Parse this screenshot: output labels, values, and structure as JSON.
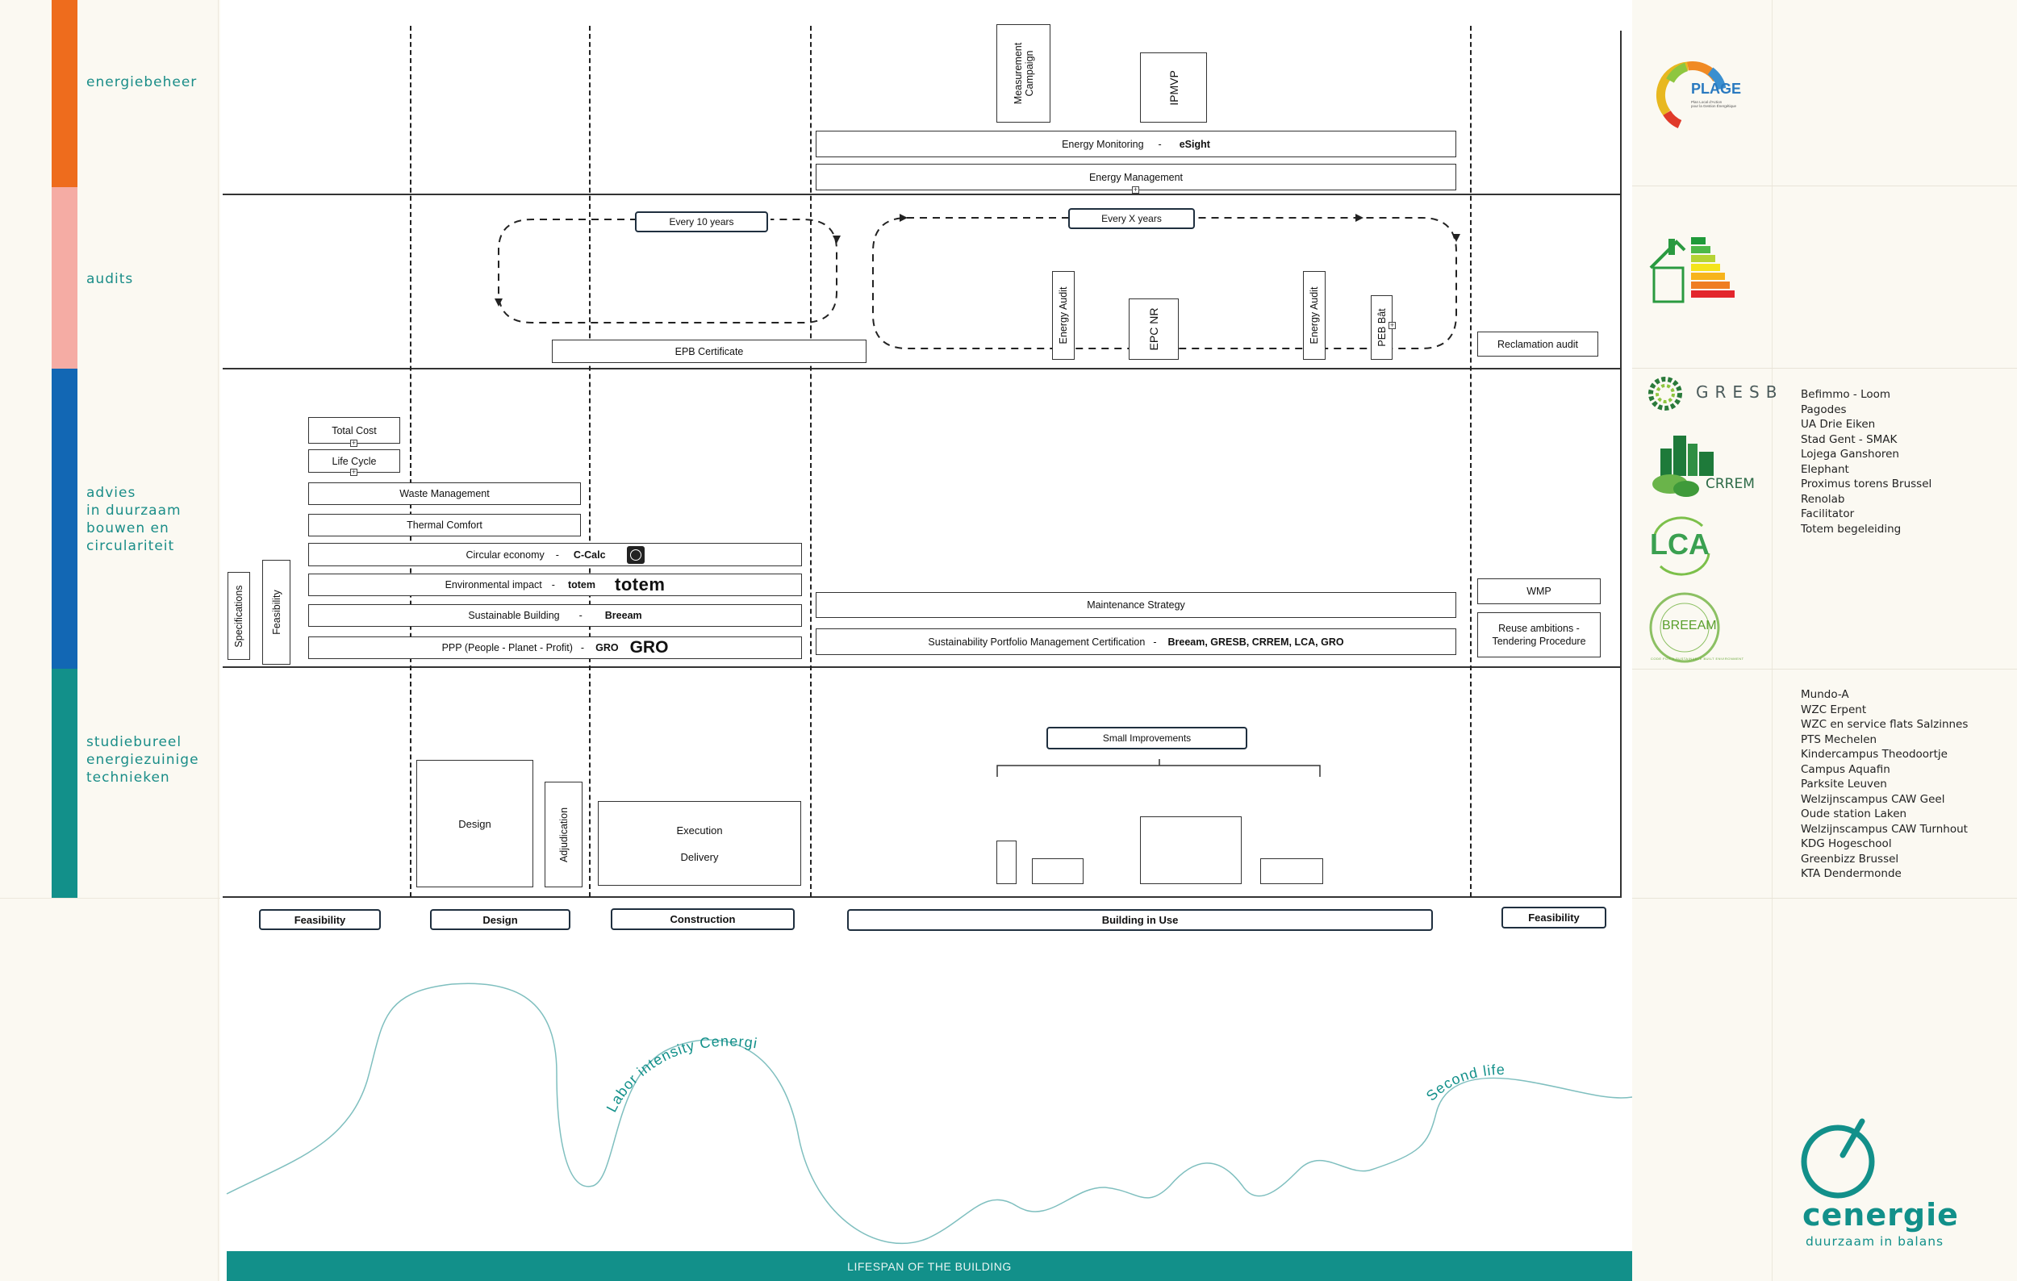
{
  "categories": [
    {
      "label": "energiebeheer",
      "color": "#ee6c1d"
    },
    {
      "label": "audits",
      "color": "#f5aca4"
    },
    {
      "label": "advies\nin duurzaam\nbouwen en\ncirculariteit",
      "color": "#1267b4"
    },
    {
      "label": "studiebureel\nenergiezuinige\ntechnieken",
      "color": "#12908a"
    }
  ],
  "energiebeheer": {
    "measurement_campaign": "Measurement\nCampaign",
    "ipmvp": "IPMVP",
    "energy_monitoring": "Energy Monitoring",
    "energy_monitoring_sep": "-",
    "energy_monitoring_tool": "eSight",
    "energy_management": "Energy Management"
  },
  "audits": {
    "every_10_years": "Every 10 years",
    "every_x_years": "Every X years",
    "epb_certificate": "EPB Certificate",
    "energy_audit_1": "Energy Audit",
    "epc_nr": "EPC NR",
    "energy_audit_2": "Energy Audit",
    "peb_bat": "PEB Bât",
    "reclamation_audit": "Reclamation audit"
  },
  "advies": {
    "total_cost": "Total Cost",
    "life_cycle": "Life Cycle",
    "waste_management": "Waste Management",
    "thermal_comfort": "Thermal Comfort",
    "circular_economy": "Circular economy",
    "circular_economy_sep": "-",
    "circular_economy_tool": "C-Calc",
    "environmental_impact": "Environmental impact",
    "environmental_impact_sep": "-",
    "environmental_impact_tool": "totem",
    "environmental_impact_logo": "totem",
    "sustainable_building": "Sustainable Building",
    "sustainable_building_sep": "-",
    "sustainable_building_tool": "Breeam",
    "ppp": "PPP (People - Planet - Profit)",
    "ppp_sep": "-",
    "ppp_tool": "GRO",
    "ppp_logo": "GRO",
    "specifications": "Specifications",
    "feasibility": "Feasibility",
    "maintenance_strategy": "Maintenance Strategy",
    "sustainability_portfolio": "Sustainability Portfolio Management Certification",
    "sustainability_portfolio_sep": "-",
    "sustainability_portfolio_tools": "Breeam, GRESB, CRREM, LCA, GRO",
    "wmp": "WMP",
    "reuse_ambitions": "Reuse ambitions -\nTendering Procedure"
  },
  "studiebureel": {
    "design": "Design",
    "adjudication": "Adjudication",
    "execution": "Execution",
    "delivery": "Delivery",
    "small_improvements": "Small Improvements"
  },
  "phases": [
    "Feasibility",
    "Design",
    "Construction",
    "Building in Use",
    "Feasibility"
  ],
  "curve": {
    "label_1": "Labor intensity Cenergie",
    "label_2": "Second life",
    "color": "#7fbfbf"
  },
  "bottom_bar": "LIFESPAN OF THE BUILDING",
  "right": {
    "plage_logo": "PLAGE",
    "plage_tagline": "Plan Local d'Action\npour la Gestion Énergétique",
    "gresb_logo": "GRESB",
    "crrem_logo": "CRREM",
    "lca_logo": "LCA",
    "breeam_logo": "BREEAM",
    "breeam_ring": "CODE FOR A SUSTAINABLE BUILT ENVIRONMENT",
    "projects_advies": [
      "Befimmo - Loom",
      "Pagodes",
      "UA Drie Eiken",
      "Stad Gent - SMAK",
      "Lojega Ganshoren",
      "Elephant",
      "Proximus torens Brussel",
      "Renolab",
      "Facilitator",
      "Totem begeleiding"
    ],
    "projects_studie": [
      "Mundo-A",
      "WZC Erpent",
      "WZC en service flats Salzinnes",
      "PTS Mechelen",
      "Kindercampus Theodoortje",
      "Campus Aquafin",
      "Parksite Leuven",
      "Welzijnscampus CAW Geel",
      "Oude station Laken",
      "Welzijnscampus CAW Turnhout",
      "KDG Hogeschool",
      "Greenbizz Brussel",
      "KTA Dendermonde"
    ],
    "brand_name": "cenergie",
    "brand_tagline": "duurzaam in balans",
    "brand_color": "#12908a"
  }
}
